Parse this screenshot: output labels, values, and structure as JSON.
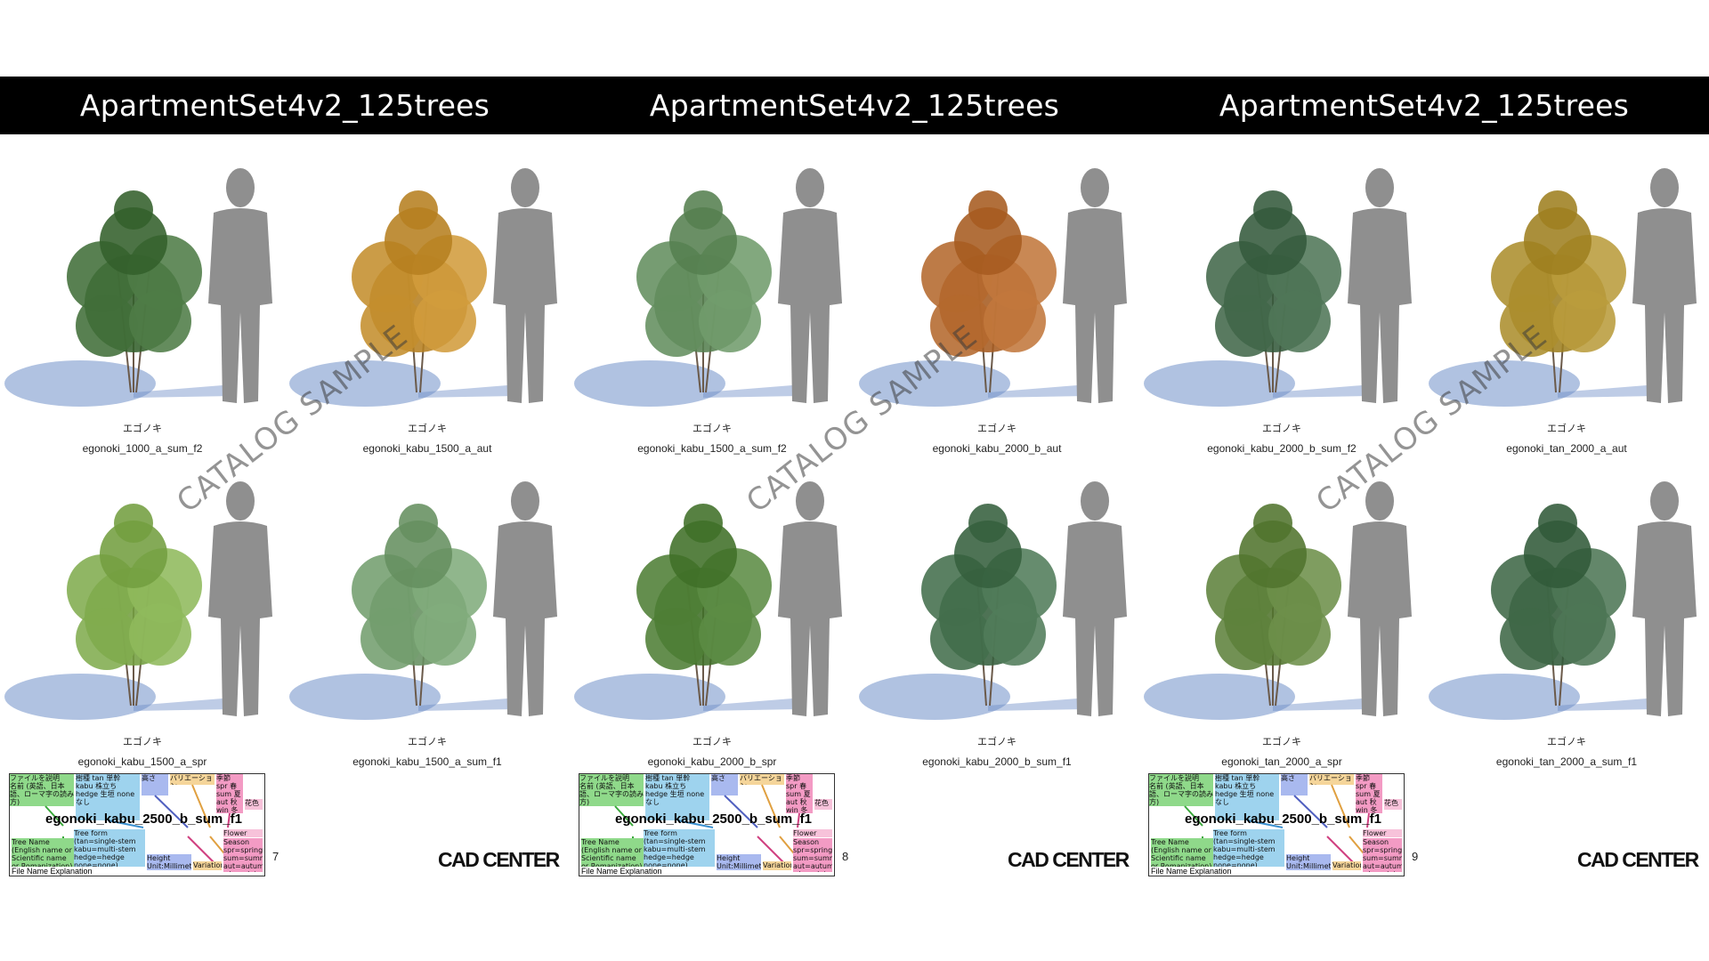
{
  "pages": [
    {
      "title": "ApartmentSet4v2_125trees",
      "page_number": "7",
      "watermark": "CATALOG SAMPLE",
      "logo": "CAD CENTER",
      "items": [
        {
          "jp": "エゴノキ",
          "name": "egonoki_1000_a_sum_f2",
          "foliage": "#3d6a35"
        },
        {
          "jp": "エゴノキ",
          "name": "egonoki_kabu_1500_a_aut",
          "foliage": "#c08a2a"
        },
        {
          "jp": "エゴノキ",
          "name": "egonoki_kabu_1500_a_spr",
          "foliage": "#7da84a"
        },
        {
          "jp": "エゴノキ",
          "name": "egonoki_kabu_1500_a_sum_f1",
          "foliage": "#6f9a6a"
        }
      ]
    },
    {
      "title": "ApartmentSet4v2_125trees",
      "page_number": "8",
      "watermark": "CATALOG SAMPLE",
      "logo": "CAD CENTER",
      "items": [
        {
          "jp": "エゴノキ",
          "name": "egonoki_kabu_1500_a_sum_f2",
          "foliage": "#5f8a5a"
        },
        {
          "jp": "エゴノキ",
          "name": "egonoki_kabu_2000_b_aut",
          "foliage": "#b0652a"
        },
        {
          "jp": "エゴノキ",
          "name": "egonoki_kabu_2000_b_spr",
          "foliage": "#4a7a32"
        },
        {
          "jp": "エゴノキ",
          "name": "egonoki_kabu_2000_b_sum_f1",
          "foliage": "#3f6a48"
        }
      ]
    },
    {
      "title": "ApartmentSet4v2_125trees",
      "page_number": "9",
      "watermark": "CATALOG SAMPLE",
      "logo": "CAD CENTER",
      "items": [
        {
          "jp": "エゴノキ",
          "name": "egonoki_kabu_2000_b_sum_f2",
          "foliage": "#3e6446"
        },
        {
          "jp": "エゴノキ",
          "name": "egonoki_tan_2000_a_aut",
          "foliage": "#a88a2a"
        },
        {
          "jp": "エゴノキ",
          "name": "egonoki_tan_2000_a_spr",
          "foliage": "#5b7e38"
        },
        {
          "jp": "エゴノキ",
          "name": "egonoki_tan_2000_a_sum_f1",
          "foliage": "#3b6443"
        }
      ]
    }
  ],
  "legend": {
    "title": "ファイルを説明",
    "name_label": "名前 (英語、日本語、ローマ字の読み方)",
    "type_label": "樹種 tan 単幹 kabu 株立ち hedge 生垣 none なし",
    "size_label": "高さ",
    "variation_label": "バリエーション",
    "season_label": "季節 spr 春 sum 夏 aut 秋 win 冬",
    "flower_label": "花色",
    "main_text": "egonoki_kabu_2500_b_sum_f1",
    "tree_name_en": "Tree Name (English name or Scientific name or Romanization)",
    "tree_form_en": "Tree form (tan=single-stem kabu=multi-stem hedge=hedge none=none)",
    "height_en": "Height Unit:Millimeters",
    "variation_en": "Variation",
    "flower_en": "Flower Color",
    "season_en": "Season spr=spring sum=summer aut=autumn win=winter",
    "footer": "File Name Explanation"
  },
  "colors": {
    "header_bg": "#000000",
    "silhouette": "#8f8f8f",
    "shadow": "#6f8fc8"
  }
}
